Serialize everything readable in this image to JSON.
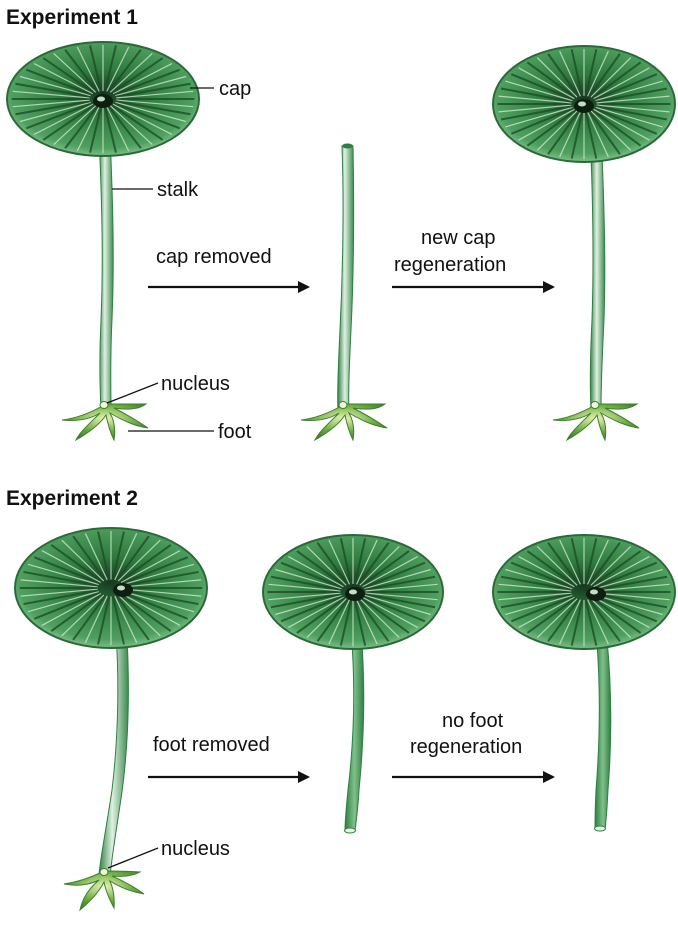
{
  "experiment_1": {
    "heading": "Experiment 1",
    "labels": {
      "cap": "cap",
      "stalk": "stalk",
      "nucleus": "nucleus",
      "foot": "foot"
    },
    "step_1": {
      "line1": "cap removed"
    },
    "step_2": {
      "line1": "new cap",
      "line2": "regeneration"
    }
  },
  "experiment_2": {
    "heading": "Experiment 2",
    "labels": {
      "nucleus": "nucleus"
    },
    "step_1": {
      "line1": "foot removed"
    },
    "step_2": {
      "line1": "no foot",
      "line2": "regeneration"
    }
  },
  "colors": {
    "cap_fill": "#3f8f4f",
    "cap_dark": "#1f5f2f",
    "cap_rim": "#7ec08a",
    "stalk": "#5aa66a",
    "stalk_light": "#e6f3e8",
    "foot": "#4f9a3c",
    "arrow": "#111111"
  }
}
